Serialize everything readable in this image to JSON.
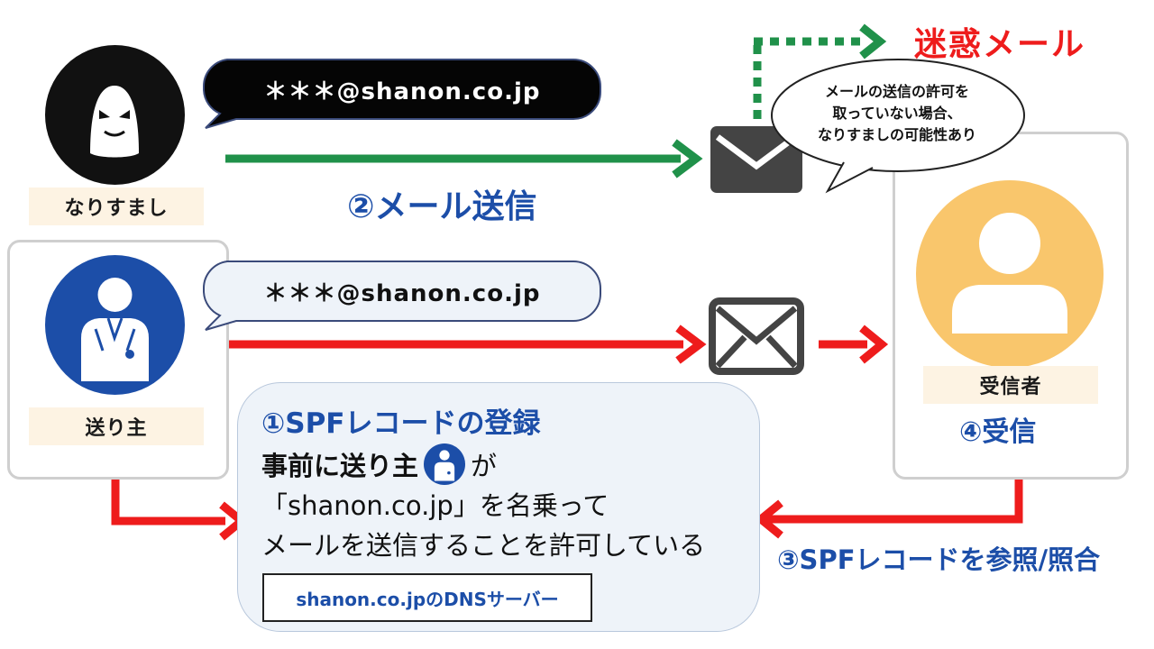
{
  "spoofer": {
    "label": "なりすまし",
    "email": "＊＊＊@shanon.co.jp"
  },
  "sender": {
    "label": "送り主",
    "email": "＊＊＊@shanon.co.jp"
  },
  "receiver": {
    "label": "受信者"
  },
  "spam": {
    "title": "迷惑メール",
    "note_lines": [
      "メールの送信の許可を",
      "取っていない場合、",
      "なりすましの可能性あり"
    ]
  },
  "steps": {
    "step1_title": "①SPFレコードの登録",
    "step1_line1_bold": "事前に送り主",
    "step1_line1_suffix": "が",
    "step1_line2": "「shanon.co.jp」を名乗って",
    "step1_line3": "メールを送信することを許可している",
    "dns_label": "shanon.co.jpのDNSサーバー",
    "step2": "②メール送信",
    "step3": "③SPFレコードを参照/照合",
    "step4": "④受信"
  },
  "colors": {
    "green": "#20914a",
    "red": "#ee1c1c",
    "blue": "#1c4ea8",
    "gray_icon": "#444444",
    "avatar_yellow": "#f9c66c"
  }
}
